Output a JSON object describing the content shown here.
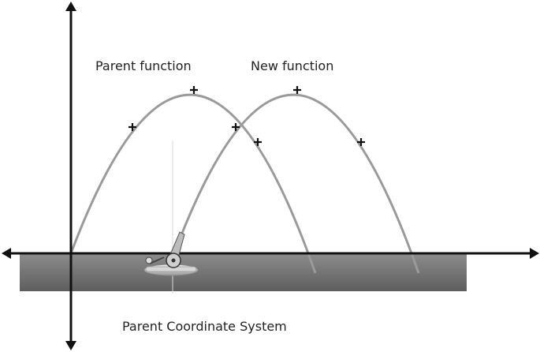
{
  "labels": {
    "parent_function": "Parent function",
    "new_function": "New function",
    "coordinate_system": "Parent Coordinate System"
  },
  "colors": {
    "curve": "#9a9a9a",
    "axis": "#111111",
    "ground_top": "#8c8c8c",
    "ground_bottom": "#5a5a5a",
    "marker": "#111111"
  },
  "icons": {
    "cannon": "cannon-icon",
    "marker": "cross-marker-icon"
  }
}
